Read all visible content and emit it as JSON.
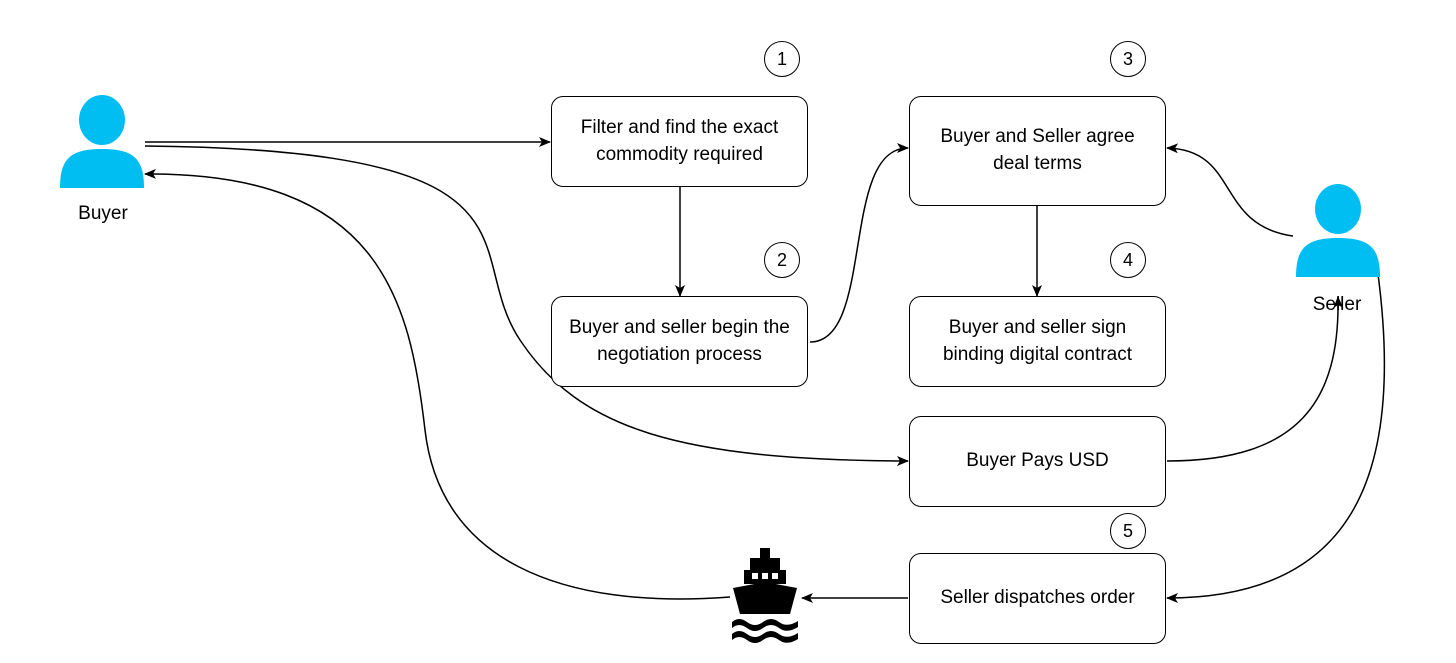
{
  "actors": {
    "buyer": {
      "label": "Buyer",
      "icon": "user-icon",
      "color": "#00bef2"
    },
    "seller": {
      "label": "Seller",
      "icon": "user-icon",
      "color": "#00bef2"
    },
    "ship": {
      "icon": "ship-icon",
      "color": "#000000"
    }
  },
  "steps": [
    {
      "number": "1",
      "text": "Filter and find the exact commodity required"
    },
    {
      "number": "2",
      "text": "Buyer and seller begin the negotiation process"
    },
    {
      "number": "3",
      "text": "Buyer and Seller agree deal terms"
    },
    {
      "number": "4",
      "text": "Buyer and seller sign binding digital contract"
    },
    {
      "number": "5",
      "text": "Seller dispatches order"
    }
  ],
  "payment": {
    "text": "Buyer Pays USD"
  }
}
